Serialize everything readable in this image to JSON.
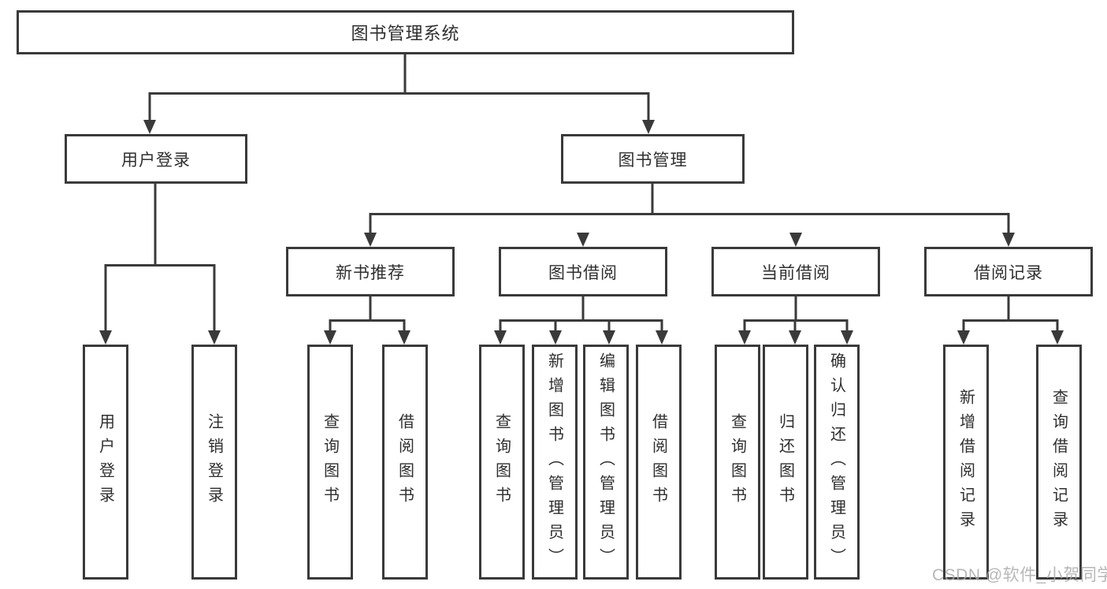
{
  "diagram": {
    "type": "hierarchy-tree",
    "colors": {
      "line": "#3a3a3a",
      "box_border": "#3a3a3a",
      "box_fill": "#ffffff",
      "text": "#2f2f2f",
      "background": "#ffffff",
      "watermark": "#aaaaaa"
    },
    "tree": {
      "label": "图书管理系统",
      "children": [
        {
          "label": "用户登录",
          "children": [
            {
              "label": "用户登录"
            },
            {
              "label": "注销登录"
            }
          ]
        },
        {
          "label": "图书管理",
          "children": [
            {
              "label": "新书推荐",
              "children": [
                {
                  "label": "查询图书"
                },
                {
                  "label": "借阅图书"
                }
              ]
            },
            {
              "label": "图书借阅",
              "children": [
                {
                  "label": "查询图书"
                },
                {
                  "label": "新增图书（管理员）"
                },
                {
                  "label": "编辑图书（管理员）"
                },
                {
                  "label": "借阅图书"
                }
              ]
            },
            {
              "label": "当前借阅",
              "children": [
                {
                  "label": "查询图书"
                },
                {
                  "label": "归还图书"
                },
                {
                  "label": "确认归还（管理员）"
                }
              ]
            },
            {
              "label": "借阅记录",
              "children": [
                {
                  "label": "新增借阅记录"
                },
                {
                  "label": "查询借阅记录"
                }
              ]
            }
          ]
        }
      ]
    },
    "watermark": {
      "text": "CSDN @软件_小贺同学"
    }
  }
}
